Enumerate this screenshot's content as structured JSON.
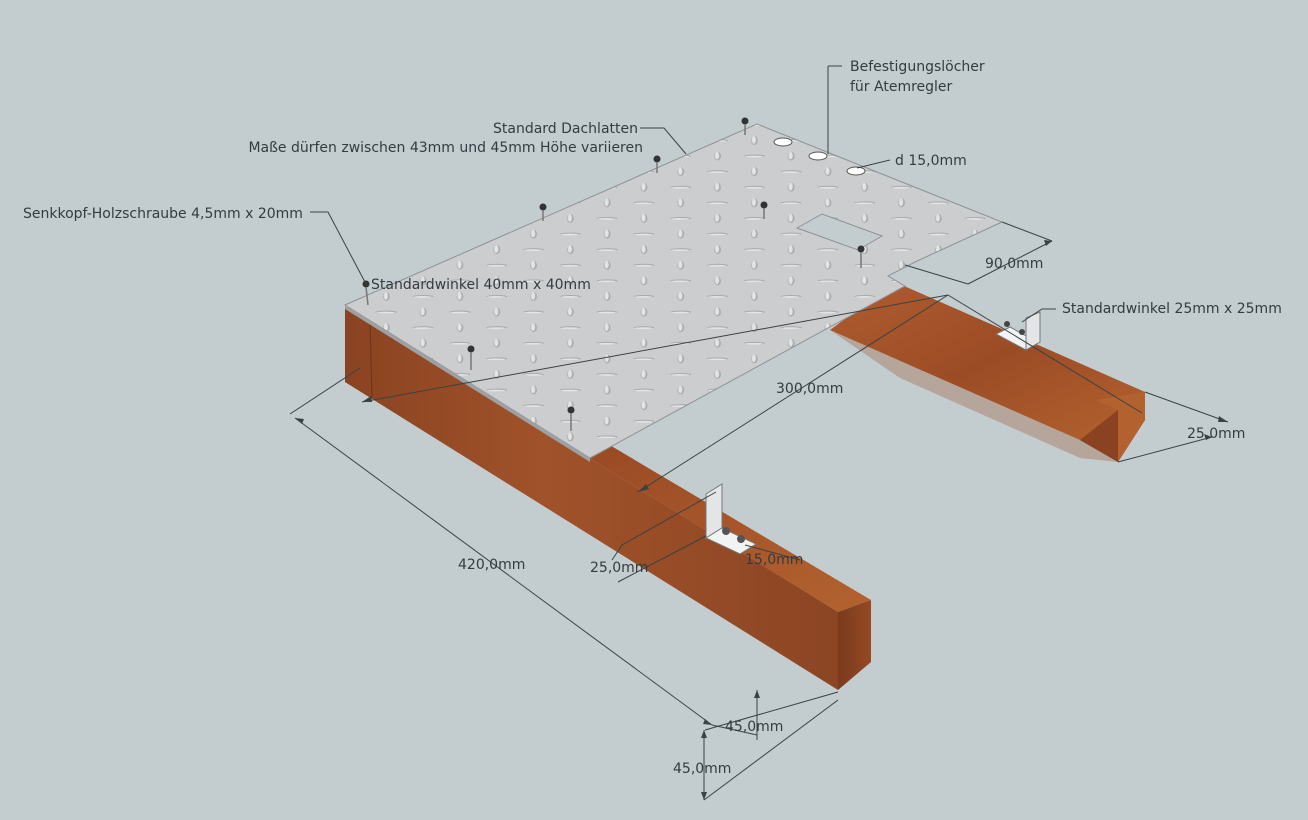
{
  "labels": {
    "befestigung_line1": "Befestigungslöcher",
    "befestigung_line2": "für Atemregler",
    "diameter": "d 15,0mm",
    "dachlatten_line1": "Standard Dachlatten",
    "dachlatten_line2": "Maße dürfen zwischen 43mm und 45mm Höhe variieren",
    "screw": "Senkkopf-Holzschraube 4,5mm x 20mm",
    "winkel_40": "Standardwinkel 40mm x 40mm",
    "winkel_25": "Standardwinkel 25mm x 25mm"
  },
  "dimensions": {
    "d90": "90,0mm",
    "d300": "300,0mm",
    "d420": "420,0mm",
    "d25_right": "25,0mm",
    "d25_left": "25,0mm",
    "d15": "15,0mm",
    "d45_a": "45,0mm",
    "d45_b": "45,0mm"
  },
  "colors": {
    "background": "#c3cdd0",
    "wood_top": "#a4532a",
    "wood_front": "#8f4622",
    "wood_side": "#7a3a1c",
    "plate": "#c9cbcc",
    "plate_bump": "#b3b5b6",
    "dimension_line": "#3a4246"
  }
}
